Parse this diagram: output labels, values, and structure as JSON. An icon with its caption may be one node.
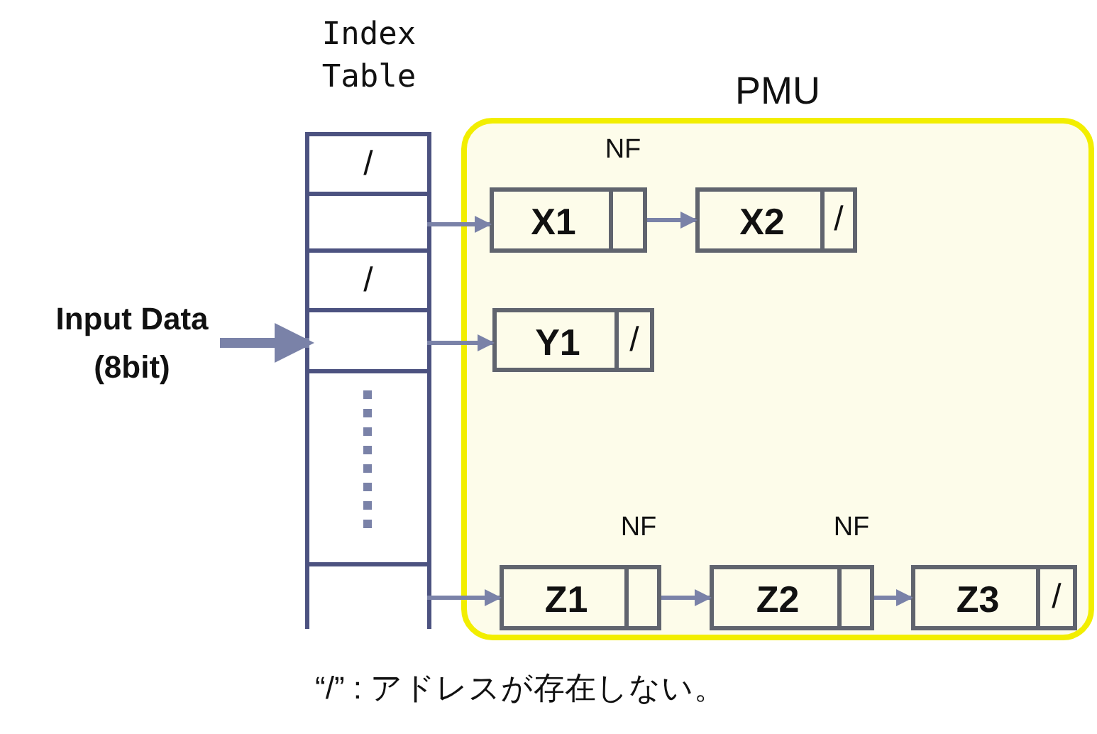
{
  "diagram": {
    "caption": "“/” : アドレスが存在しない。",
    "nodes": [
      {
        "text": [
          "Index Table"
        ]
      },
      {
        "text": [
          "/"
        ],
        "in": 0
      },
      {
        "text": [],
        "shape": "box",
        "in": 0
      },
      {
        "text": [
          "/"
        ],
        "in": 0
      },
      {
        "text": [],
        "shape": "box",
        "in": 0
      },
      {
        "text": [],
        "shape": "box",
        "in": 0
      },
      {
        "text": [],
        "shape": "box",
        "in": 0
      },
      {
        "text": [
          "PMU"
        ]
      },
      {
        "text": [
          "X1"
        ],
        "beside": [
          "NF"
        ],
        "in": 7
      },
      {
        "text": [
          "X2",
          "/"
        ],
        "in": 7
      },
      {
        "text": [
          "Y1",
          "/"
        ],
        "in": 7
      },
      {
        "text": [
          "Z1"
        ],
        "beside": [
          "NF"
        ],
        "in": 7
      },
      {
        "text": [
          "Z2"
        ],
        "beside": [
          "NF"
        ],
        "in": 7
      },
      {
        "text": [
          "Z3",
          "/"
        ],
        "in": 7
      },
      {
        "text": [
          "Input Data (8bit)"
        ]
      }
    ],
    "edges": [
      {
        "from": 2,
        "to": 8,
        "arrow": "to"
      },
      {
        "from": 4,
        "to": 10,
        "arrow": "to"
      },
      {
        "from": 6,
        "to": 11,
        "arrow": "to"
      },
      {
        "from": 8,
        "to": 9,
        "arrow": "to"
      },
      {
        "from": 11,
        "to": 12,
        "arrow": "to"
      },
      {
        "from": 12,
        "to": 13,
        "arrow": "to"
      },
      {
        "from": 14,
        "to": 4,
        "arrow": "to",
        "style": "thick"
      }
    ]
  }
}
